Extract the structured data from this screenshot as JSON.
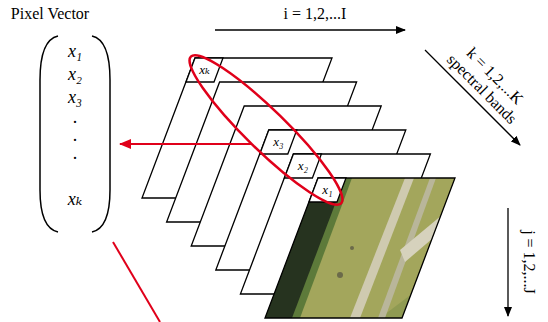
{
  "diagram": {
    "labels": [
      "Pixel Vector",
      "x₁",
      "x₂",
      "x₃",
      ".",
      ".",
      ".",
      "xₖ",
      "i = 1,2,...I",
      "k = 1,2,...K",
      "spectral bands",
      "j = 1,2,...J",
      "xₖ",
      "x₃",
      "x₂",
      "x₁"
    ]
  }
}
